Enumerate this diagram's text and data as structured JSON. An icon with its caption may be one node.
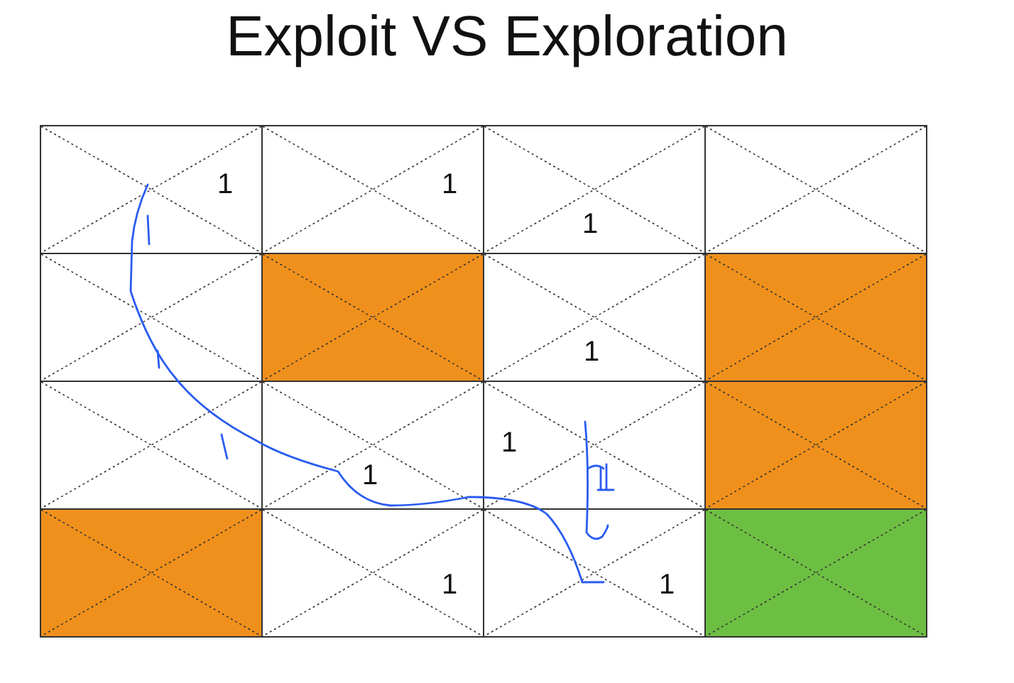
{
  "diagram": {
    "title": "Exploit VS Exploration",
    "nodes": [
      {
        "text": [
          "1"
        ]
      },
      {
        "text": [
          "1"
        ]
      },
      {
        "text": [
          "1"
        ]
      },
      {
        "text": [],
        "shape": "box"
      },
      {
        "text": [],
        "shape": "box"
      },
      {
        "text": [],
        "shape": "box"
      },
      {
        "text": [
          "1"
        ]
      },
      {
        "text": [],
        "shape": "box"
      },
      {
        "text": [],
        "shape": "box"
      },
      {
        "text": [
          "1"
        ]
      },
      {
        "text": [
          "1"
        ]
      },
      {
        "text": [],
        "shape": "box"
      },
      {
        "text": [],
        "shape": "box"
      },
      {
        "text": [
          "1"
        ]
      },
      {
        "text": [
          "1"
        ]
      },
      {
        "text": [],
        "shape": "box"
      }
    ]
  }
}
